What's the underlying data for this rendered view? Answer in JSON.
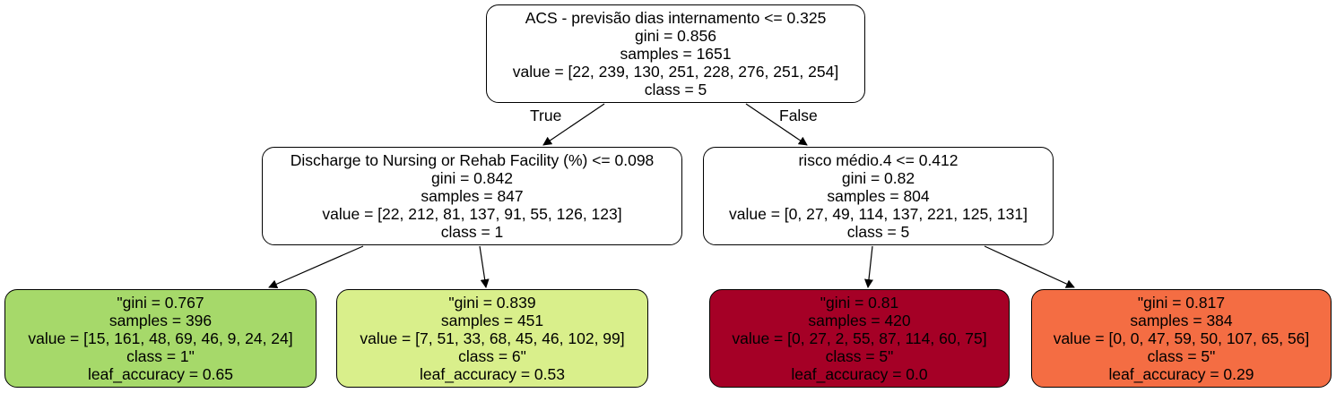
{
  "tree": {
    "root": {
      "lines": [
        "ACS - previsão dias internamento <= 0.325",
        "gini = 0.856",
        "samples = 1651",
        "value = [22, 239, 130, 251, 228, 276, 251, 254]",
        "class = 5"
      ],
      "fill": "#ffffff"
    },
    "left": {
      "lines": [
        "Discharge to Nursing or Rehab Facility (%) <= 0.098",
        "gini = 0.842",
        "samples = 847",
        "value = [22, 212, 81, 137, 91, 55, 126, 123]",
        "class = 1"
      ],
      "fill": "#ffffff"
    },
    "right": {
      "lines": [
        "risco médio.4 <= 0.412",
        "gini = 0.82",
        "samples = 804",
        "value = [0, 27, 49, 114, 137, 221, 125, 131]",
        "class = 5"
      ],
      "fill": "#ffffff"
    },
    "leaf_ll": {
      "lines": [
        "\"gini = 0.767",
        "samples = 396",
        "value = [15, 161, 48, 69, 46, 9, 24, 24]",
        "class = 1\"",
        "leaf_accuracy = 0.65"
      ],
      "fill": "#a6d96a"
    },
    "leaf_lr": {
      "lines": [
        "\"gini = 0.839",
        "samples = 451",
        "value = [7, 51, 33, 68, 45, 46, 102, 99]",
        "class = 6\"",
        "leaf_accuracy = 0.53"
      ],
      "fill": "#d9ef8b"
    },
    "leaf_rl": {
      "lines": [
        "\"gini = 0.81",
        "samples = 420",
        "value = [0, 27, 2, 55, 87, 114, 60, 75]",
        "class = 5\"",
        "leaf_accuracy = 0.0"
      ],
      "fill": "#a50026"
    },
    "leaf_rr": {
      "lines": [
        "\"gini = 0.817",
        "samples = 384",
        "value = [0, 0, 47, 59, 50, 107, 65, 56]",
        "class = 5\"",
        "leaf_accuracy = 0.29"
      ],
      "fill": "#f46d43"
    },
    "edge_labels": {
      "true": "True",
      "false": "False"
    }
  }
}
